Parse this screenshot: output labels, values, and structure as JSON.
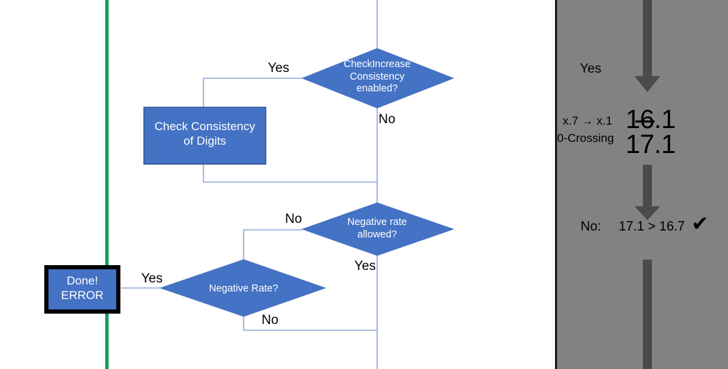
{
  "diagram": {
    "type": "flowchart",
    "background_color": "#ffffff",
    "node_fill": "#4472c4",
    "node_stroke": "#2f528f",
    "connector_color": "#8faadc",
    "divider_color": "#1e9960",
    "nodes": [
      {
        "id": "check-increase-consistency",
        "shape": "diamond",
        "lines": [
          "CheckIncrease",
          "Consistency",
          "enabled?"
        ]
      },
      {
        "id": "check-consistency-of-digits",
        "shape": "process",
        "lines": [
          "Check Consistency",
          "of Digits"
        ]
      },
      {
        "id": "negative-rate-allowed",
        "shape": "diamond",
        "lines": [
          "Negative rate",
          "allowed?"
        ]
      },
      {
        "id": "negative-rate",
        "shape": "diamond",
        "lines": [
          "Negative Rate?"
        ]
      },
      {
        "id": "done-error",
        "shape": "terminator",
        "lines": [
          "Done!",
          "ERROR"
        ]
      }
    ],
    "edge_labels": [
      {
        "id": "yes-check-increase",
        "text": "Yes"
      },
      {
        "id": "no-check-increase",
        "text": "No"
      },
      {
        "id": "no-negative-rate-allowed",
        "text": "No"
      },
      {
        "id": "yes-negative-rate-allowed",
        "text": "Yes"
      },
      {
        "id": "yes-negative-rate",
        "text": "Yes"
      },
      {
        "id": "no-negative-rate",
        "text": "No"
      }
    ]
  },
  "panel": {
    "background_color": "#828282",
    "arrow_color": "#4a4a4a",
    "yes_label": "Yes",
    "rule_label_line1": "x.7 → x.1",
    "rule_label_line2": "0-Crossing",
    "value_struck": "16.1",
    "value_result": "17.1",
    "comparison_prefix": "No:",
    "comparison_text": "17.1 > 16.7",
    "check_icon": "✔"
  }
}
